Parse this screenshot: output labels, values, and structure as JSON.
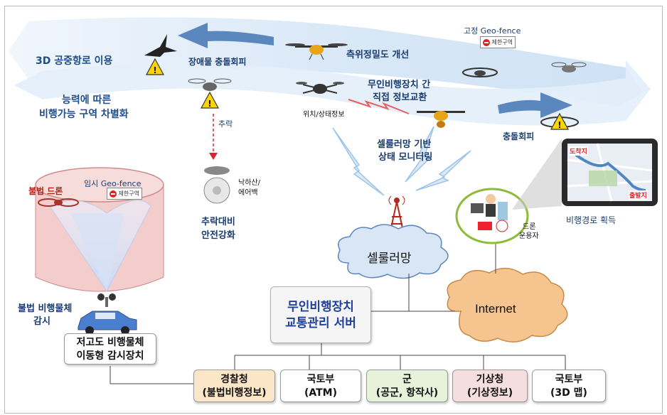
{
  "sky": {
    "route_3d": "3D 공중항로 이용",
    "obstacle_avoid": "장애물 충돌회피",
    "precision": "측위정밀도 개선",
    "fixed_geofence": "고정 Geo-fence",
    "zone_label": "제한구역",
    "capability_1": "능력에 따른",
    "capability_2": "비행가능 구역 차별화",
    "direct_info_1": "무인비행장치 간",
    "direct_info_2": "직접 정보교환",
    "position_status": "위치/상태정보",
    "collision_avoid": "충돌회피",
    "fall": "추락",
    "parachute_1": "낙하산/",
    "parachute_2": "에어백",
    "fall_safety_1": "추락대비",
    "fall_safety_2": "안전강화",
    "cell_monitor_1": "셀룰러망 기반",
    "cell_monitor_2": "상태 모니터링"
  },
  "ground": {
    "temp_geofence": "임시 Geo-fence",
    "illegal_drone": "불법 드론",
    "illegal_monitor_1": "불법 비행물체",
    "illegal_monitor_2": "감시",
    "monitor_device_1": "저고도 비행물체",
    "monitor_device_2": "이동형 감시장치",
    "cellular": "셀룰러망",
    "internet": "Internet",
    "operator_1": "드론",
    "operator_2": "운용자",
    "route_acquire": "비행경로 획득",
    "arrival": "도착지",
    "departure": "출발지"
  },
  "server": {
    "line1": "무인비행장치",
    "line2": "교통관리 서버"
  },
  "agencies": [
    {
      "name": "경찰청",
      "detail": "(불법비행정보)",
      "color": "#fbe6c8"
    },
    {
      "name": "국토부",
      "detail": "(ATM)",
      "color": "#ffffff"
    },
    {
      "name": "군",
      "detail": "(공군, 항작사)",
      "color": "#e6f2d9"
    },
    {
      "name": "기상청",
      "detail": "(기상정보)",
      "color": "#f5dede"
    },
    {
      "name": "국토부",
      "detail": "(3D 맵)",
      "color": "#ffffff"
    }
  ],
  "colors": {
    "band": "#dbe9f7",
    "arrow": "#5b87bf",
    "cloud": "#d9e6f5",
    "internet_cloud": "#f6c58f",
    "cylinder": "#f2c6c6",
    "label_blue": "#1f4e8c"
  }
}
